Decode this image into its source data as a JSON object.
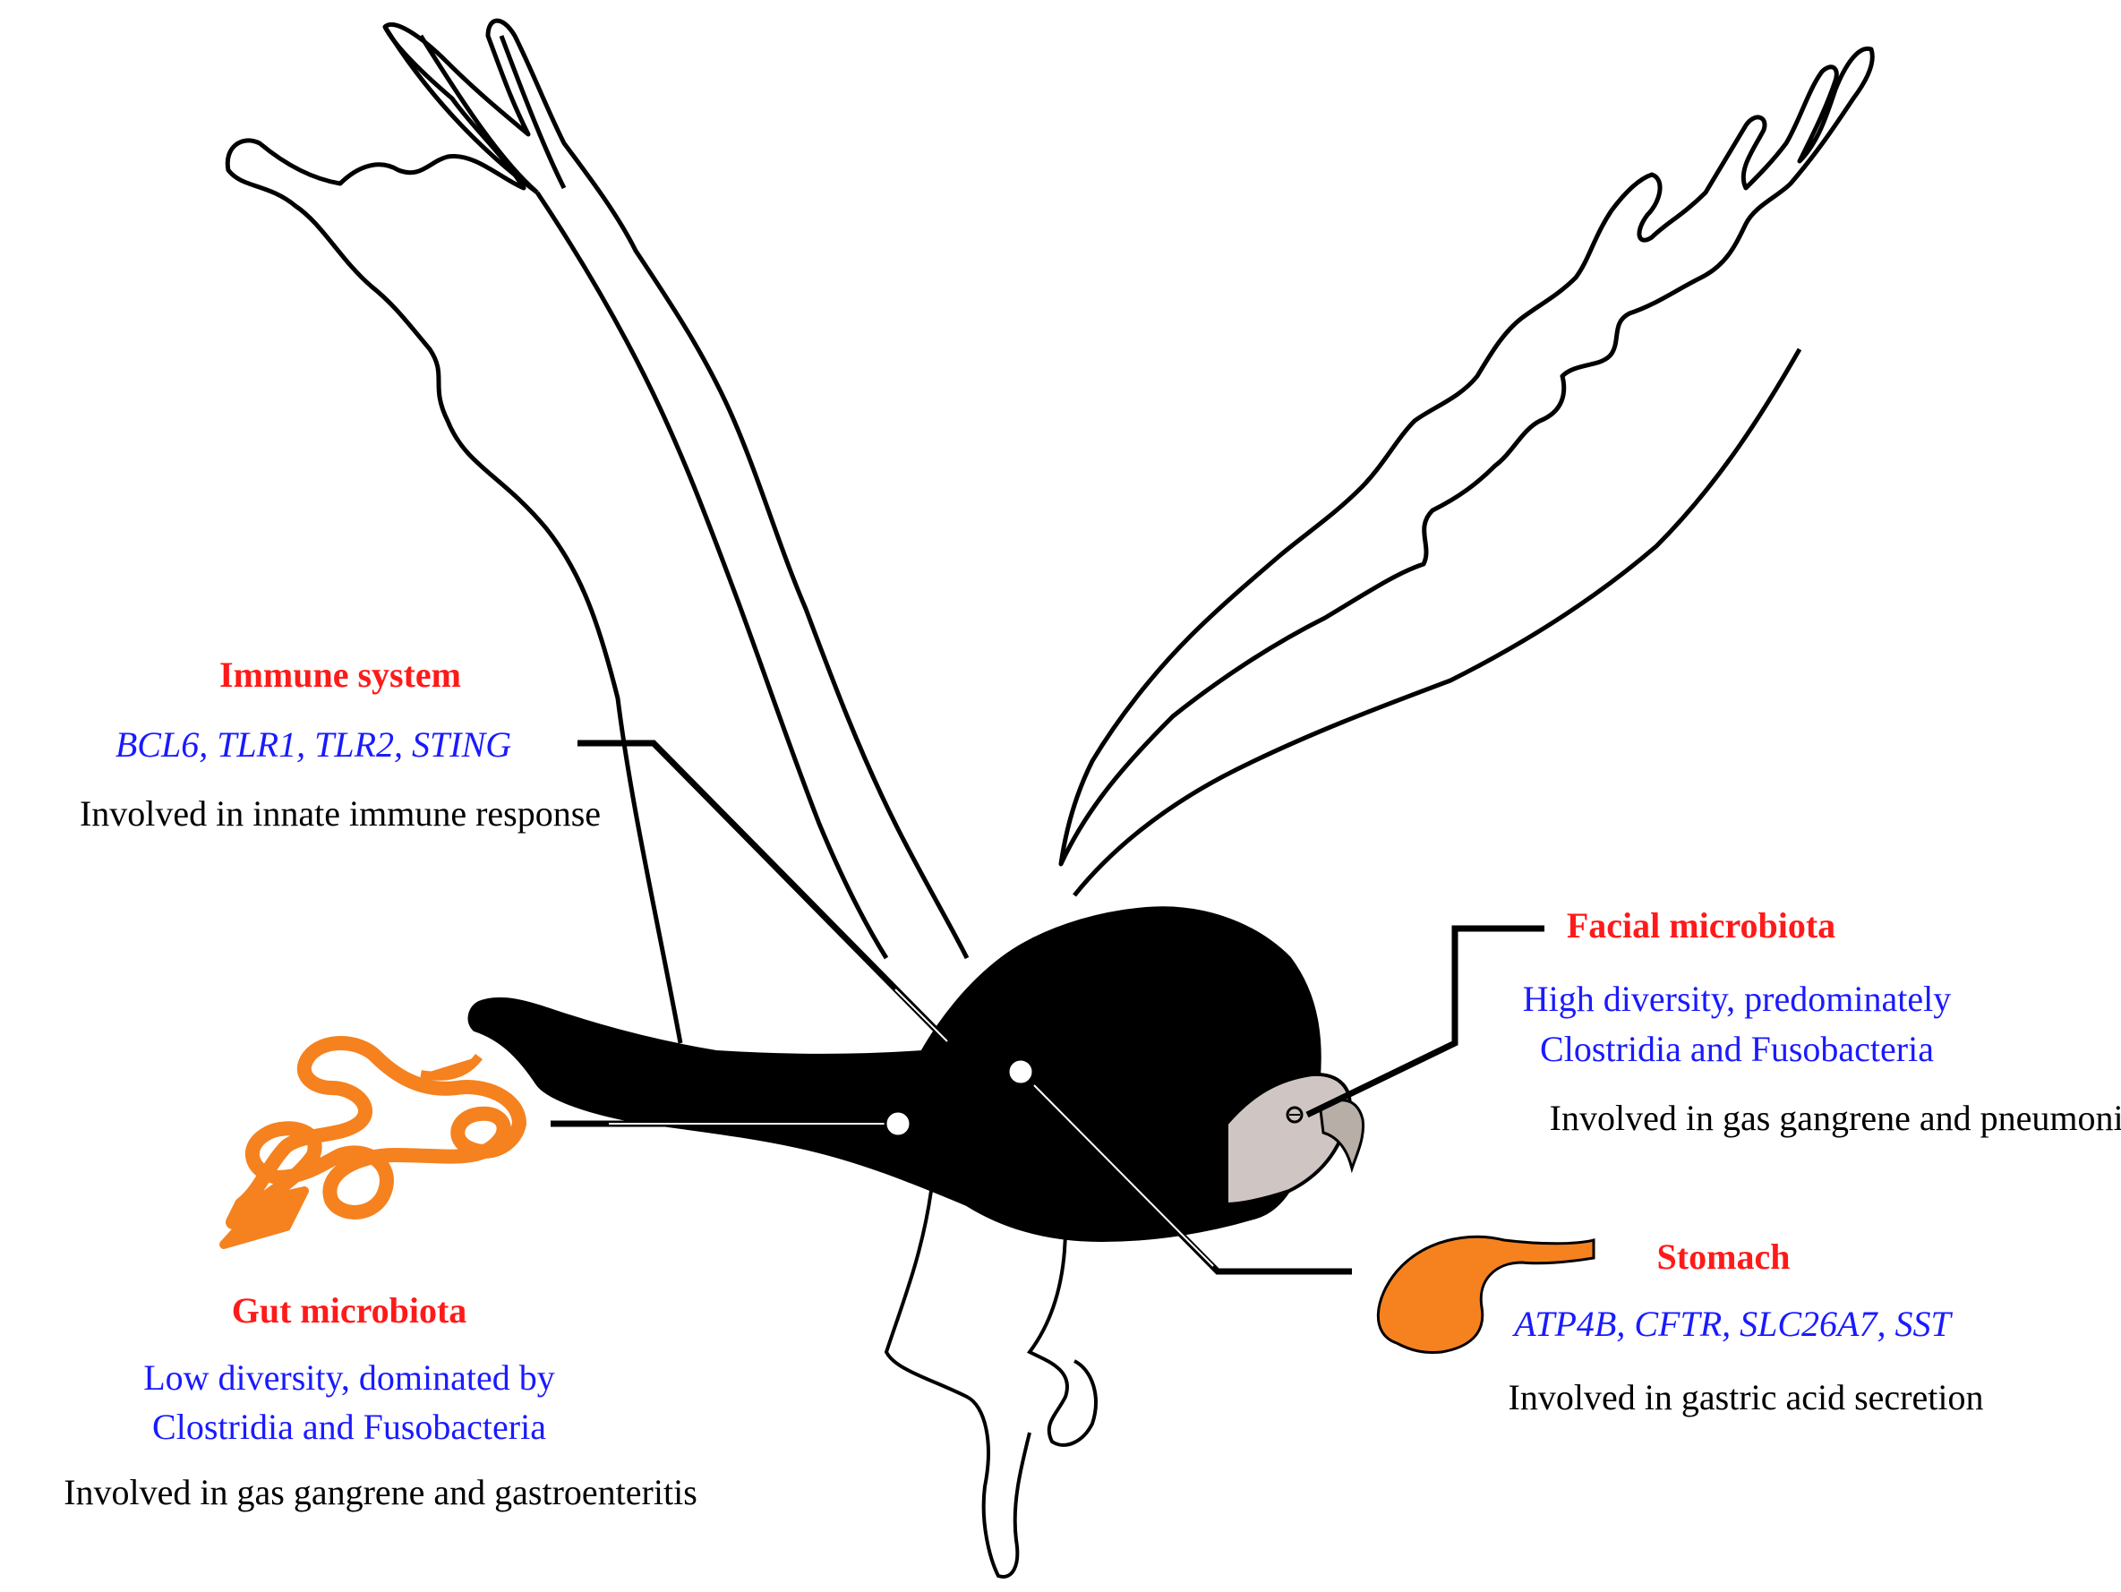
{
  "colors": {
    "title": "#ff1a1a",
    "blue": "#1a1aff",
    "black": "#000000",
    "organ": "#f5821f",
    "head": "#cfc6c3",
    "beak": "#b8aea8"
  },
  "icons": [
    "condor-illustration",
    "intestine-icon",
    "stomach-icon"
  ],
  "labels": {
    "immune": {
      "title": "Immune system",
      "genes": "BCL6, TLR1, TLR2, STING",
      "desc": "Involved in innate immune response"
    },
    "facial": {
      "title": "Facial microbiota",
      "desc1": "High diversity, predominately",
      "desc2": "Clostridia and Fusobacteria",
      "desc3": "Involved in gas gangrene and pneumonia"
    },
    "stomach": {
      "title": "Stomach",
      "genes": "ATP4B, CFTR, SLC26A7, SST",
      "desc": "Involved in gastric acid secretion"
    },
    "gut": {
      "title": "Gut microbiota",
      "desc1": "Low diversity, dominated by",
      "desc2": "Clostridia and Fusobacteria",
      "desc3": "Involved in gas gangrene and gastroenteritis"
    }
  }
}
